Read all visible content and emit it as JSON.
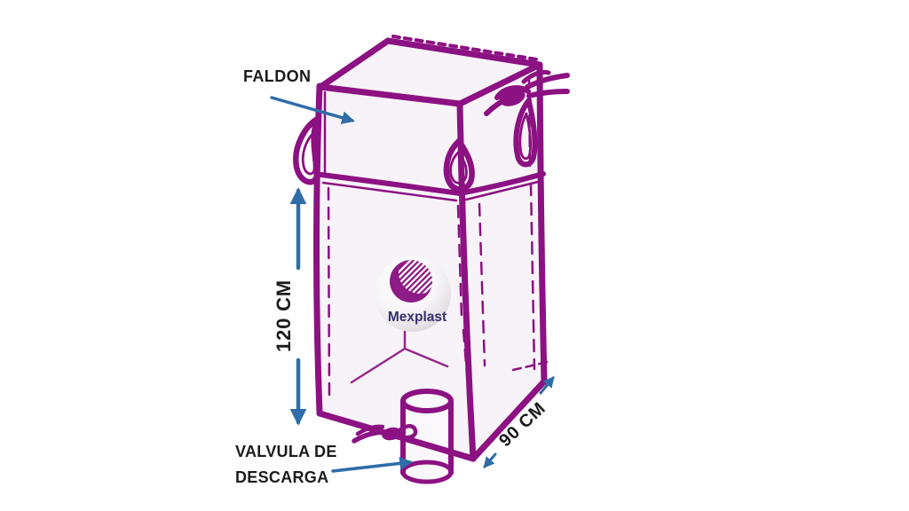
{
  "diagram": {
    "subject": "bulk-bag-technical-diagram",
    "annotations": {
      "faldon_label": "FALDON",
      "height_label": "120 CM",
      "discharge_valve_label_line1": "VALVULA DE",
      "discharge_valve_label_line2": "DESCARGA",
      "depth_label": "90 CM"
    },
    "logo": {
      "brand_name": "Mexplast"
    },
    "colors": {
      "background": "#FFFFFF",
      "bag_outline": "#8C1182",
      "bag_fill": "#F7F3F8",
      "arrow_blue": "#2E6DA8",
      "annotation_text": "#1B1B1B",
      "logo_disc": "#8E1C86",
      "logo_wordmark": "#32316B"
    }
  }
}
